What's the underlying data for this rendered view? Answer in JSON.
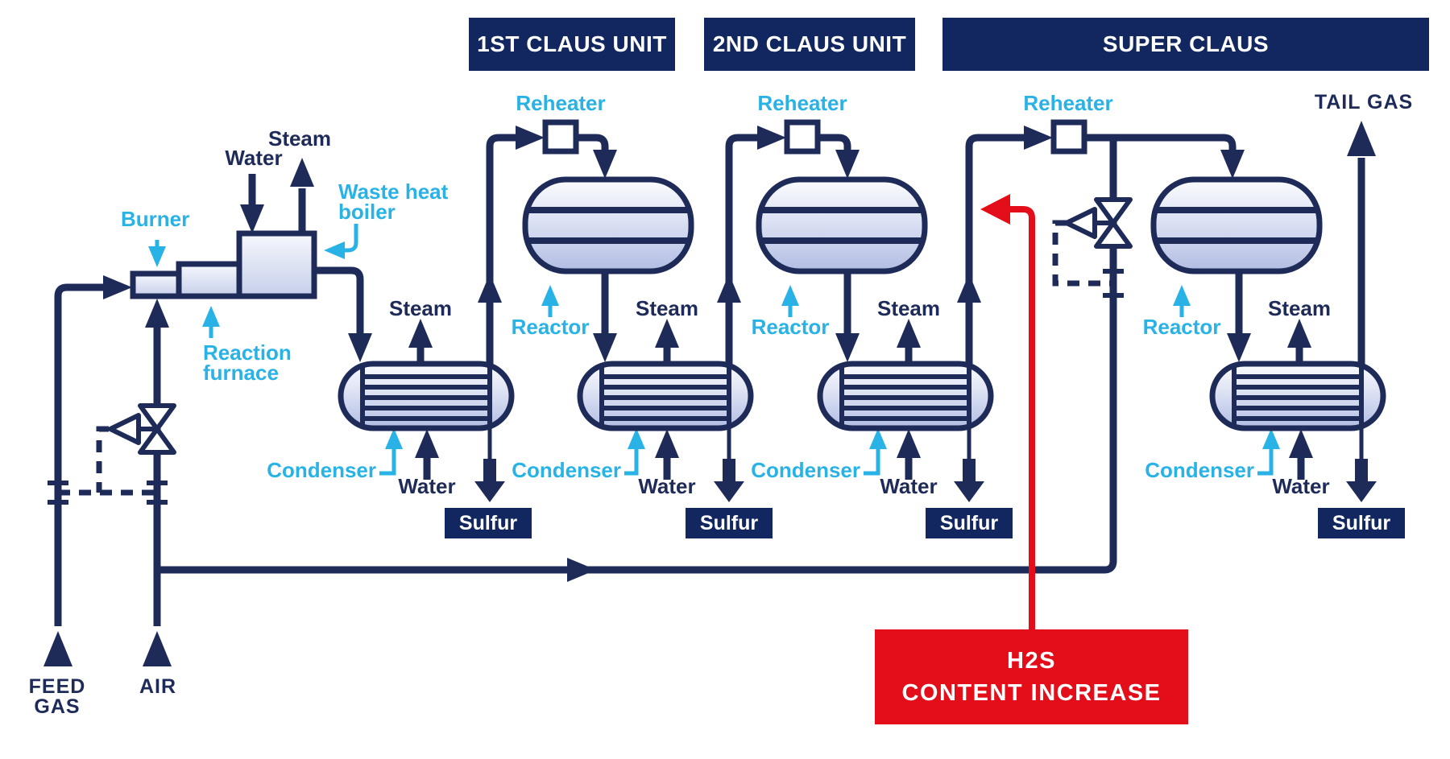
{
  "banners": {
    "claus1": "1ST CLAUS UNIT",
    "claus2": "2ND CLAUS UNIT",
    "superclaus": "SUPER CLAUS"
  },
  "labels": {
    "burner": "Burner",
    "waste_heat_boiler_line1": "Waste heat",
    "waste_heat_boiler_line2": "boiler",
    "reaction_furnace_line1": "Reaction",
    "reaction_furnace_line2": "furnace",
    "reheater": "Reheater",
    "reactor": "Reactor",
    "condenser": "Condenser",
    "steam": "Steam",
    "water": "Water",
    "sulfur": "Sulfur",
    "feed_gas_line1": "FEED",
    "feed_gas_line2": "GAS",
    "air": "AIR",
    "tail_gas": "TAIL GAS"
  },
  "callout": {
    "line1": "H2S",
    "line2": "CONTENT INCREASE"
  },
  "colors": {
    "navy_line": "#1E2B58",
    "navy_panel": "#12275F",
    "cyan": "#29B2E6",
    "red": "#E30E19",
    "drum_fill_light": "#FAFBFE",
    "drum_fill_dark": "#B4BFE4",
    "white": "#FFFFFF"
  }
}
